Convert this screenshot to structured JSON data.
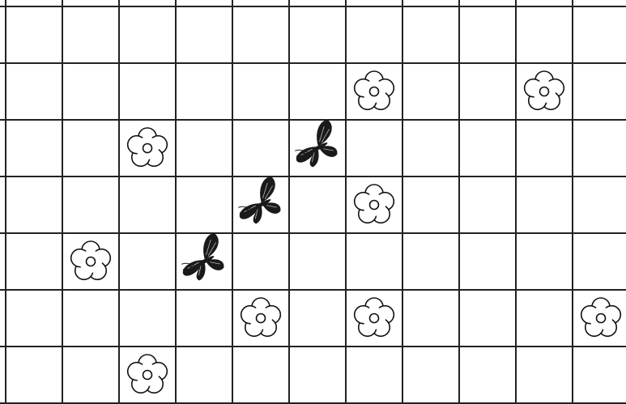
{
  "grid": {
    "rows": 7,
    "cols": 11
  },
  "colors": {
    "line": "#222222",
    "butterfly": "#1a1a1a",
    "flower_stroke": "#111111",
    "background": "#ffffff"
  },
  "pieces": [
    {
      "type": "flower",
      "icon": "flower-icon",
      "row": 1,
      "col": 6
    },
    {
      "type": "flower",
      "icon": "flower-icon",
      "row": 1,
      "col": 9
    },
    {
      "type": "flower",
      "icon": "flower-icon",
      "row": 2,
      "col": 2
    },
    {
      "type": "butterfly",
      "icon": "butterfly-icon",
      "row": 2,
      "col": 5
    },
    {
      "type": "butterfly",
      "icon": "butterfly-icon",
      "row": 3,
      "col": 4
    },
    {
      "type": "flower",
      "icon": "flower-icon",
      "row": 3,
      "col": 6
    },
    {
      "type": "flower",
      "icon": "flower-icon",
      "row": 4,
      "col": 1
    },
    {
      "type": "butterfly",
      "icon": "butterfly-icon",
      "row": 4,
      "col": 3
    },
    {
      "type": "flower",
      "icon": "flower-icon",
      "row": 5,
      "col": 4
    },
    {
      "type": "flower",
      "icon": "flower-icon",
      "row": 5,
      "col": 6
    },
    {
      "type": "flower",
      "icon": "flower-icon",
      "row": 5,
      "col": 10
    },
    {
      "type": "flower",
      "icon": "flower-icon",
      "row": 6,
      "col": 2
    }
  ]
}
